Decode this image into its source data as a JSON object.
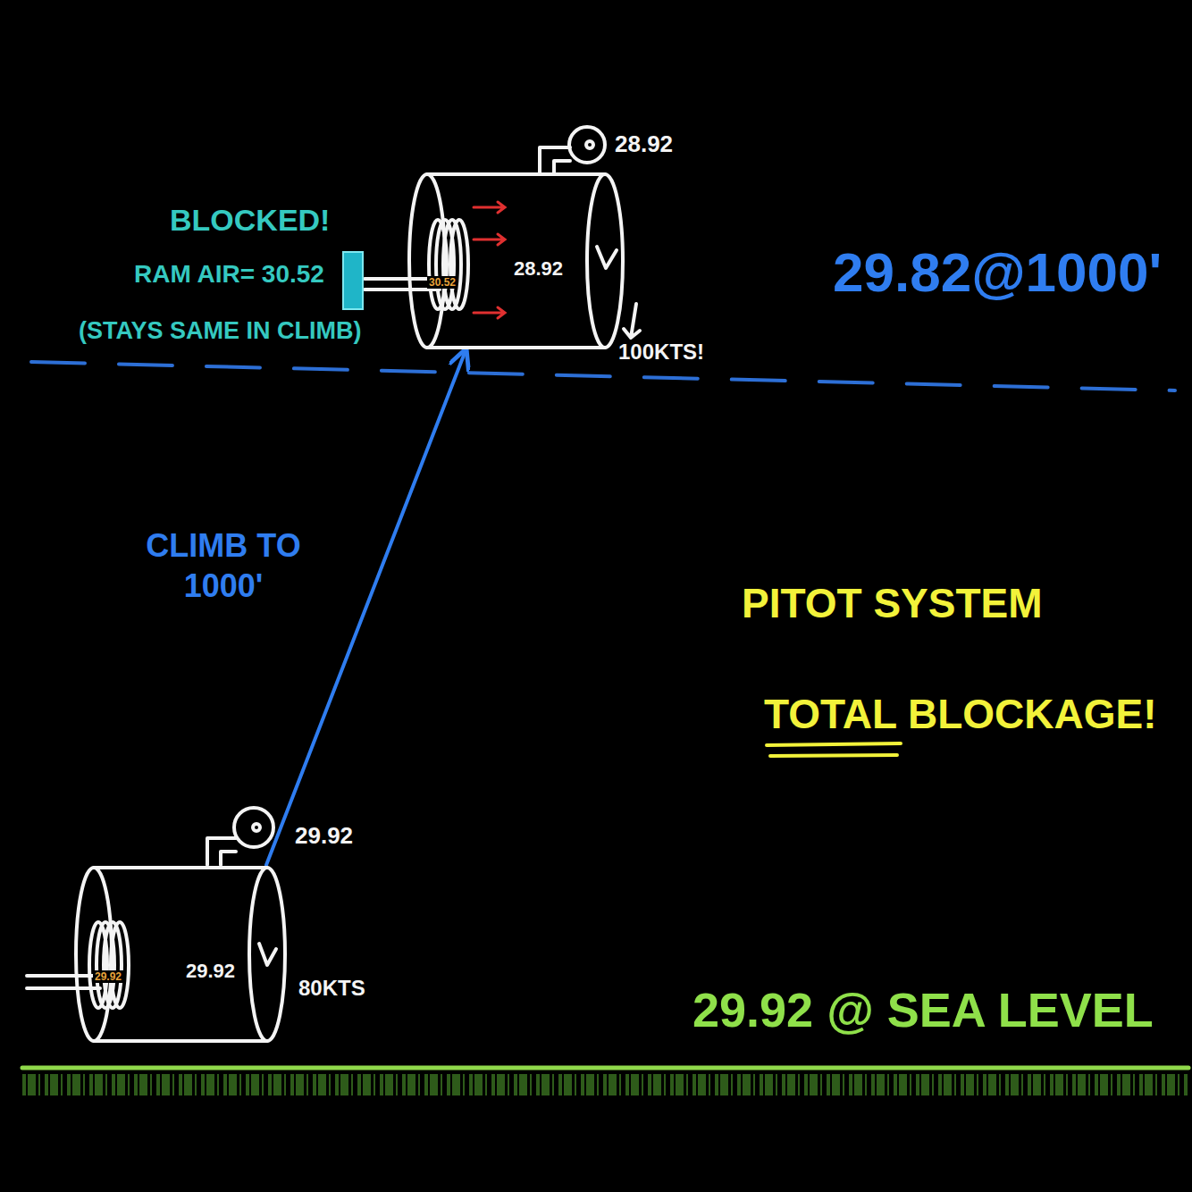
{
  "diagram": {
    "nodes": [
      {
        "text": [
          "28.92"
        ]
      },
      {
        "text": [
          "29.92"
        ]
      }
    ],
    "edges": [
      {
        "from": 1,
        "to": 0,
        "arrow": "to",
        "label": "CLIMB TO 1000'"
      }
    ],
    "labels": [
      "BLOCKED!",
      "RAM AIR= 30.52",
      "(STAYS SAME IN CLIMB)",
      "28.92",
      "30.52",
      "100KTS!",
      "29.82@1000'",
      "PITOT SYSTEM",
      "TOTAL BLOCKAGE!",
      "29.92",
      "29.92",
      "80KTS",
      "29.92 @ SEA LEVEL"
    ]
  }
}
